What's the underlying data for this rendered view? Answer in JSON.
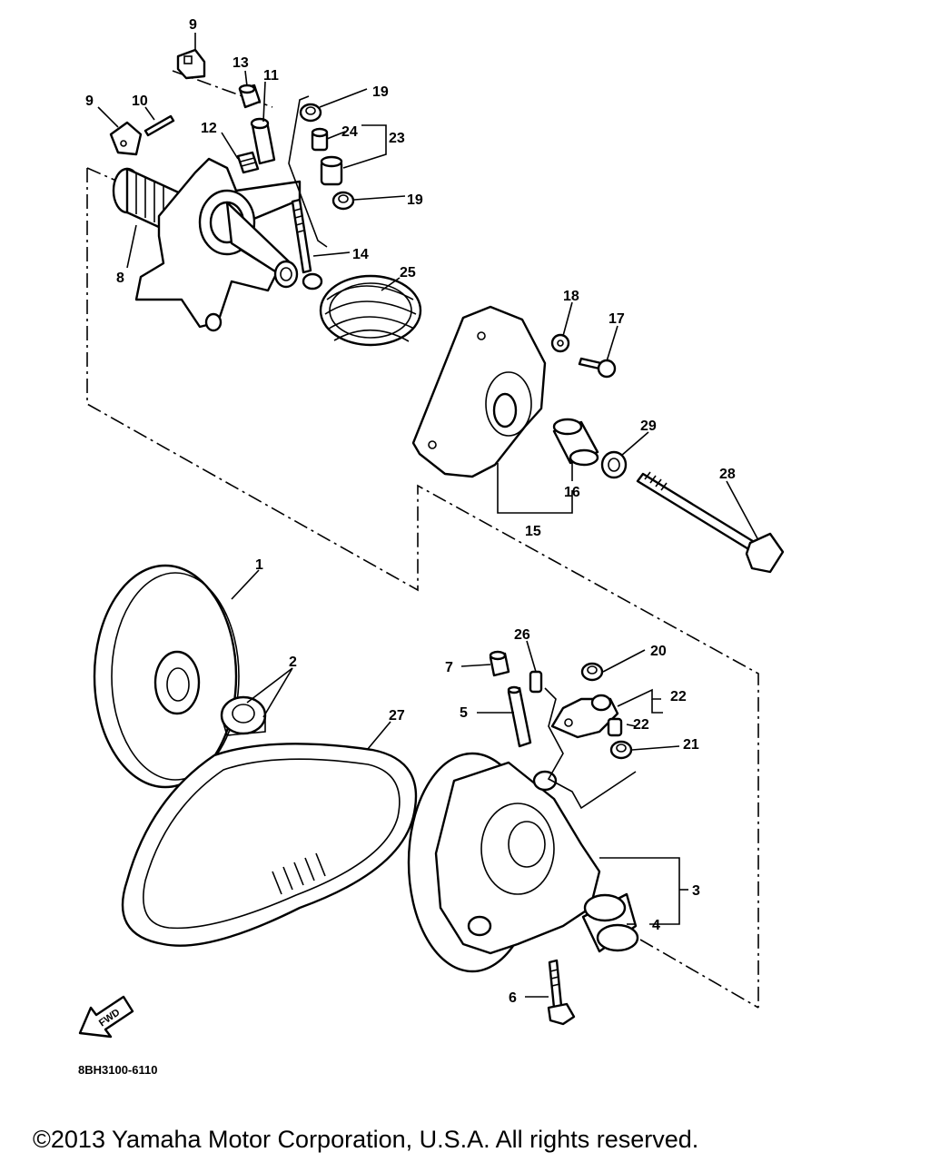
{
  "diagram": {
    "drawing_code": "8BH3100-6110",
    "copyright": "©2013 Yamaha Motor Corporation, U.S.A. All rights reserved.",
    "fwd_label": "FWD",
    "callouts": [
      {
        "id": "c1",
        "text": "1"
      },
      {
        "id": "c2",
        "text": "2"
      },
      {
        "id": "c3",
        "text": "3"
      },
      {
        "id": "c4",
        "text": "4"
      },
      {
        "id": "c5",
        "text": "5"
      },
      {
        "id": "c6",
        "text": "6"
      },
      {
        "id": "c7",
        "text": "7"
      },
      {
        "id": "c8",
        "text": "8"
      },
      {
        "id": "c9a",
        "text": "9"
      },
      {
        "id": "c9b",
        "text": "9"
      },
      {
        "id": "c10",
        "text": "10"
      },
      {
        "id": "c11",
        "text": "11"
      },
      {
        "id": "c12",
        "text": "12"
      },
      {
        "id": "c13",
        "text": "13"
      },
      {
        "id": "c14",
        "text": "14"
      },
      {
        "id": "c15",
        "text": "15"
      },
      {
        "id": "c16",
        "text": "16"
      },
      {
        "id": "c17",
        "text": "17"
      },
      {
        "id": "c18",
        "text": "18"
      },
      {
        "id": "c19a",
        "text": "19"
      },
      {
        "id": "c19b",
        "text": "19"
      },
      {
        "id": "c20",
        "text": "20"
      },
      {
        "id": "c21",
        "text": "21"
      },
      {
        "id": "c22a",
        "text": "22"
      },
      {
        "id": "c22b",
        "text": "22"
      },
      {
        "id": "c23",
        "text": "23"
      },
      {
        "id": "c24",
        "text": "24"
      },
      {
        "id": "c25",
        "text": "25"
      },
      {
        "id": "c26",
        "text": "26"
      },
      {
        "id": "c27",
        "text": "27"
      },
      {
        "id": "c28",
        "text": "28"
      },
      {
        "id": "c29",
        "text": "29"
      }
    ]
  }
}
